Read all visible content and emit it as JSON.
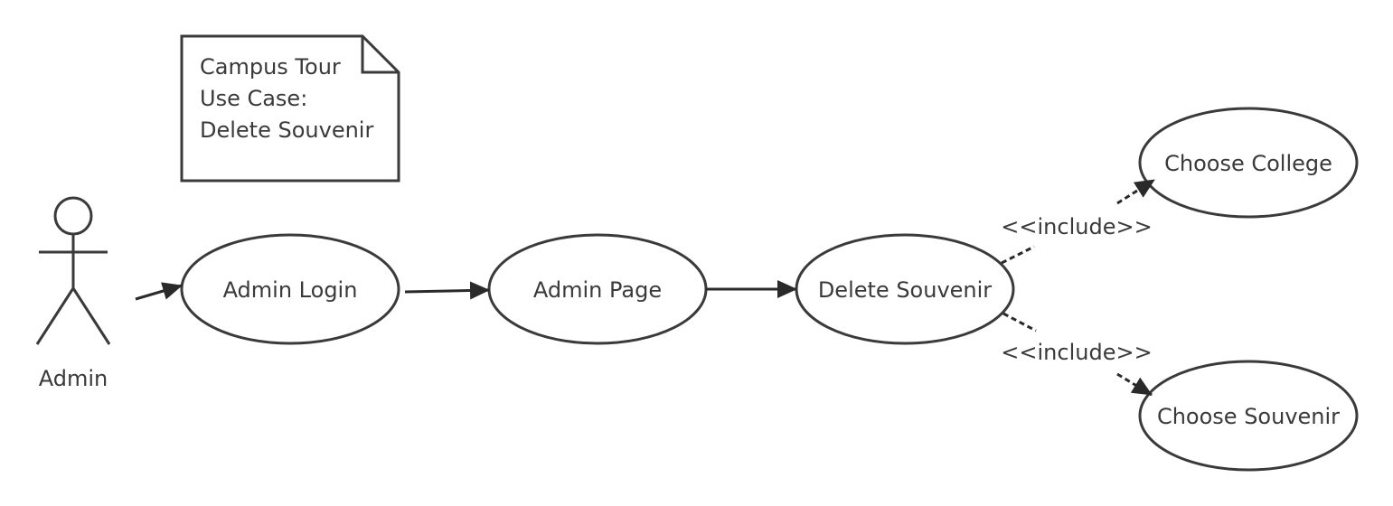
{
  "note": {
    "lines": [
      "Campus Tour",
      "Use Case:",
      "Delete Souvenir"
    ]
  },
  "actor": {
    "label": "Admin"
  },
  "use_cases": {
    "admin_login": "Admin Login",
    "admin_page": "Admin Page",
    "delete_souvenir": "Delete Souvenir",
    "choose_college": "Choose College",
    "choose_souvenir": "Choose Souvenir"
  },
  "relations": {
    "include_upper": "<<include>>",
    "include_lower": "<<include>>"
  },
  "colors": {
    "stroke": "#3a3a3a",
    "text": "#3a3a3a",
    "background": "#ffffff"
  }
}
